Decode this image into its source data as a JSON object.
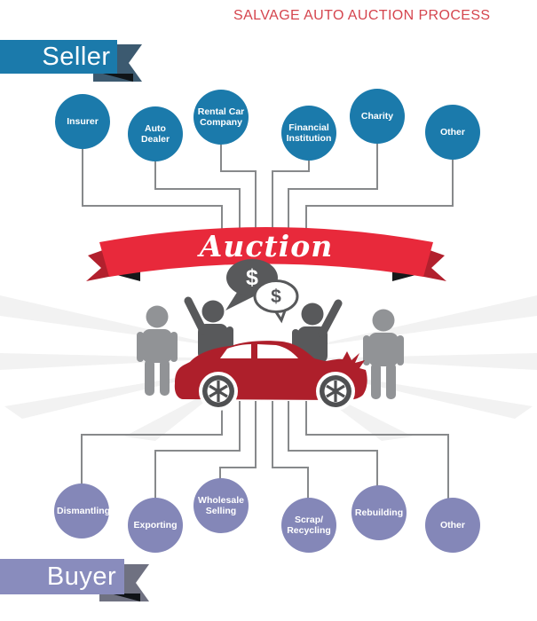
{
  "title": "SALVAGE AUTO AUCTION PROCESS",
  "seller_section": {
    "banner_label": "Seller",
    "nodes": [
      {
        "label": "Insurer"
      },
      {
        "label": "Auto Dealer"
      },
      {
        "label": "Rental Car Company"
      },
      {
        "label": "Financial Institution"
      },
      {
        "label": "Charity"
      },
      {
        "label": "Other"
      }
    ]
  },
  "auction": {
    "banner_label": "Auction",
    "speech_bubbles": [
      {
        "text": "$"
      },
      {
        "text": "$"
      }
    ]
  },
  "buyer_section": {
    "banner_label": "Buyer",
    "nodes": [
      {
        "label": "Dismantling"
      },
      {
        "label": "Exporting"
      },
      {
        "label": "Wholesale Selling"
      },
      {
        "label": "Scrap/ Recycling"
      },
      {
        "label": "Rebuilding"
      },
      {
        "label": "Other"
      }
    ]
  },
  "colors": {
    "title_red": "#d5454e",
    "seller_blue": "#1b7aab",
    "seller_tail_slate": "#3c5a70",
    "buyer_purple_bar": "#898cbd",
    "buyer_tail_gray": "#6f7181",
    "node_blue": "#1b7aab",
    "node_purple": "#8487b8",
    "ribbon_red": "#e8293b",
    "ribbon_dark_red": "#b2202d",
    "car_red": "#ae1f2b",
    "person_light_gray": "#919396",
    "person_dark_gray": "#58595b",
    "connector_gray": "#87898b",
    "ray_gray": "#f2f2f2"
  }
}
